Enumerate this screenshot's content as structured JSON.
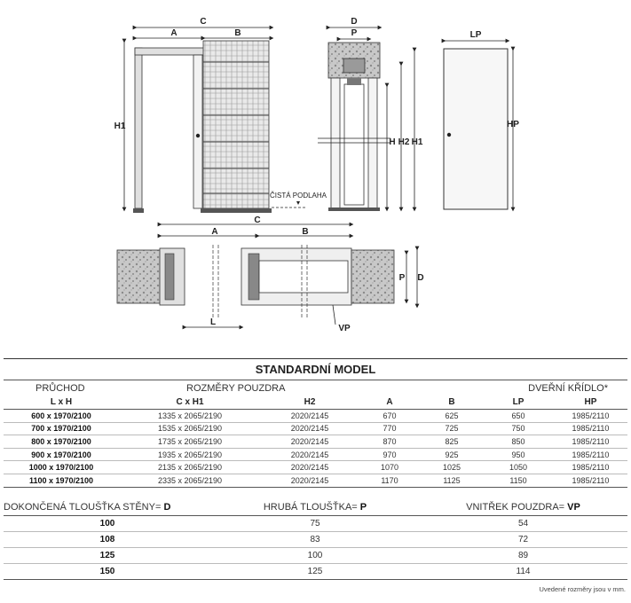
{
  "drawing_labels": {
    "c": "C",
    "a": "A",
    "b": "B",
    "h1": "H1",
    "d": "D",
    "p": "P",
    "h": "H",
    "h2": "H2",
    "lp": "LP",
    "hp": "HP",
    "floor": "ČISTÁ PODLAHA",
    "l": "L",
    "vp": "VP"
  },
  "standard": {
    "title": "STANDARDNÍ MODEL",
    "group_opening": "PRŮCHOD",
    "group_case": "ROZMĚRY POUZDRA",
    "group_leaf": "DVEŘNÍ KŘÍDLO*",
    "columns": [
      "L x H",
      "C x H1",
      "H2",
      "A",
      "B",
      "LP",
      "HP"
    ],
    "rows": [
      [
        "600 x 1970/2100",
        "1335 x 2065/2190",
        "2020/2145",
        "670",
        "625",
        "650",
        "1985/2110"
      ],
      [
        "700 x 1970/2100",
        "1535 x 2065/2190",
        "2020/2145",
        "770",
        "725",
        "750",
        "1985/2110"
      ],
      [
        "800 x 1970/2100",
        "1735 x 2065/2190",
        "2020/2145",
        "870",
        "825",
        "850",
        "1985/2110"
      ],
      [
        "900 x 1970/2100",
        "1935 x 2065/2190",
        "2020/2145",
        "970",
        "925",
        "950",
        "1985/2110"
      ],
      [
        "1000 x 1970/2100",
        "2135 x 2065/2190",
        "2020/2145",
        "1070",
        "1025",
        "1050",
        "1985/2110"
      ],
      [
        "1100 x 1970/2100",
        "2335 x 2065/2190",
        "2020/2145",
        "1170",
        "1125",
        "1150",
        "1985/2110"
      ]
    ]
  },
  "thickness": {
    "col_wall": "DOKONČENÁ TLOUŠŤKA STĚNY= ",
    "col_wall_key": "D",
    "col_rough": "HRUBÁ TLOUŠŤKA= ",
    "col_rough_key": "P",
    "col_inner": "VNITŘEK POUZDRA= ",
    "col_inner_key": "VP",
    "rows": [
      [
        "100",
        "75",
        "54"
      ],
      [
        "108",
        "83",
        "72"
      ],
      [
        "125",
        "100",
        "89"
      ],
      [
        "150",
        "125",
        "114"
      ]
    ]
  },
  "note": "Uvedené rozměry jsou v mm.",
  "colors": {
    "frame": "#d8d8d8",
    "line": "#333333",
    "hatch": "#9a9a9a",
    "stone": "#bdbdbd"
  }
}
